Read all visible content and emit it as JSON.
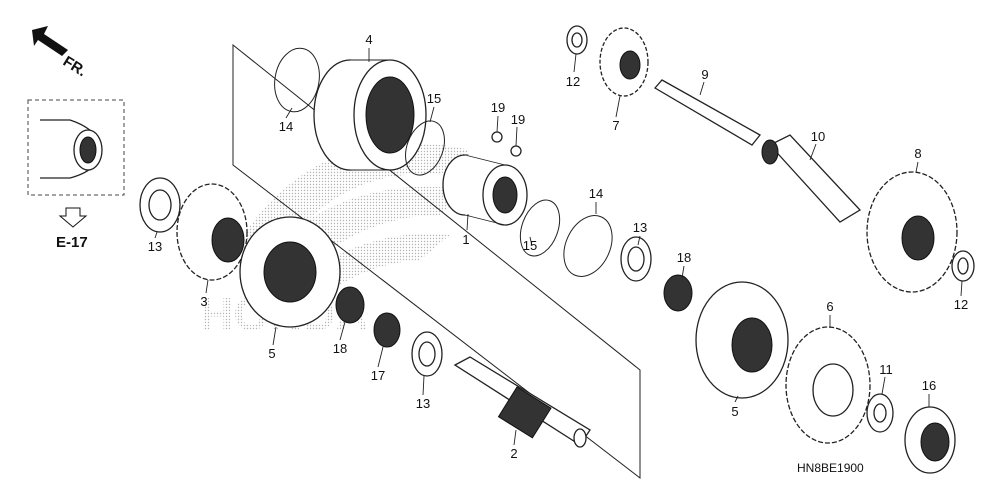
{
  "direction": {
    "label": "FR.",
    "icon": "front-direction-arrow-icon"
  },
  "reference": {
    "label": "E-17",
    "icon": "down-arrow-icon"
  },
  "diagram_code": "HN8BE1900",
  "watermark": {
    "text": "HONDA",
    "icon": "honda-wing-logo"
  },
  "callouts": [
    {
      "id": "c1",
      "num": "1"
    },
    {
      "id": "c2",
      "num": "2"
    },
    {
      "id": "c3",
      "num": "3"
    },
    {
      "id": "c4",
      "num": "4"
    },
    {
      "id": "c5a",
      "num": "5"
    },
    {
      "id": "c5b",
      "num": "5"
    },
    {
      "id": "c6",
      "num": "6"
    },
    {
      "id": "c7",
      "num": "7"
    },
    {
      "id": "c8",
      "num": "8"
    },
    {
      "id": "c9",
      "num": "9"
    },
    {
      "id": "c10",
      "num": "10"
    },
    {
      "id": "c11",
      "num": "11"
    },
    {
      "id": "c12a",
      "num": "12"
    },
    {
      "id": "c12b",
      "num": "12"
    },
    {
      "id": "c13a",
      "num": "13"
    },
    {
      "id": "c13b",
      "num": "13"
    },
    {
      "id": "c13c",
      "num": "13"
    },
    {
      "id": "c14a",
      "num": "14"
    },
    {
      "id": "c14b",
      "num": "14"
    },
    {
      "id": "c15a",
      "num": "15"
    },
    {
      "id": "c15b",
      "num": "15"
    },
    {
      "id": "c16",
      "num": "16"
    },
    {
      "id": "c17",
      "num": "17"
    },
    {
      "id": "c18a",
      "num": "18"
    },
    {
      "id": "c18b",
      "num": "18"
    },
    {
      "id": "c19a",
      "num": "19"
    },
    {
      "id": "c19b",
      "num": "19"
    }
  ]
}
